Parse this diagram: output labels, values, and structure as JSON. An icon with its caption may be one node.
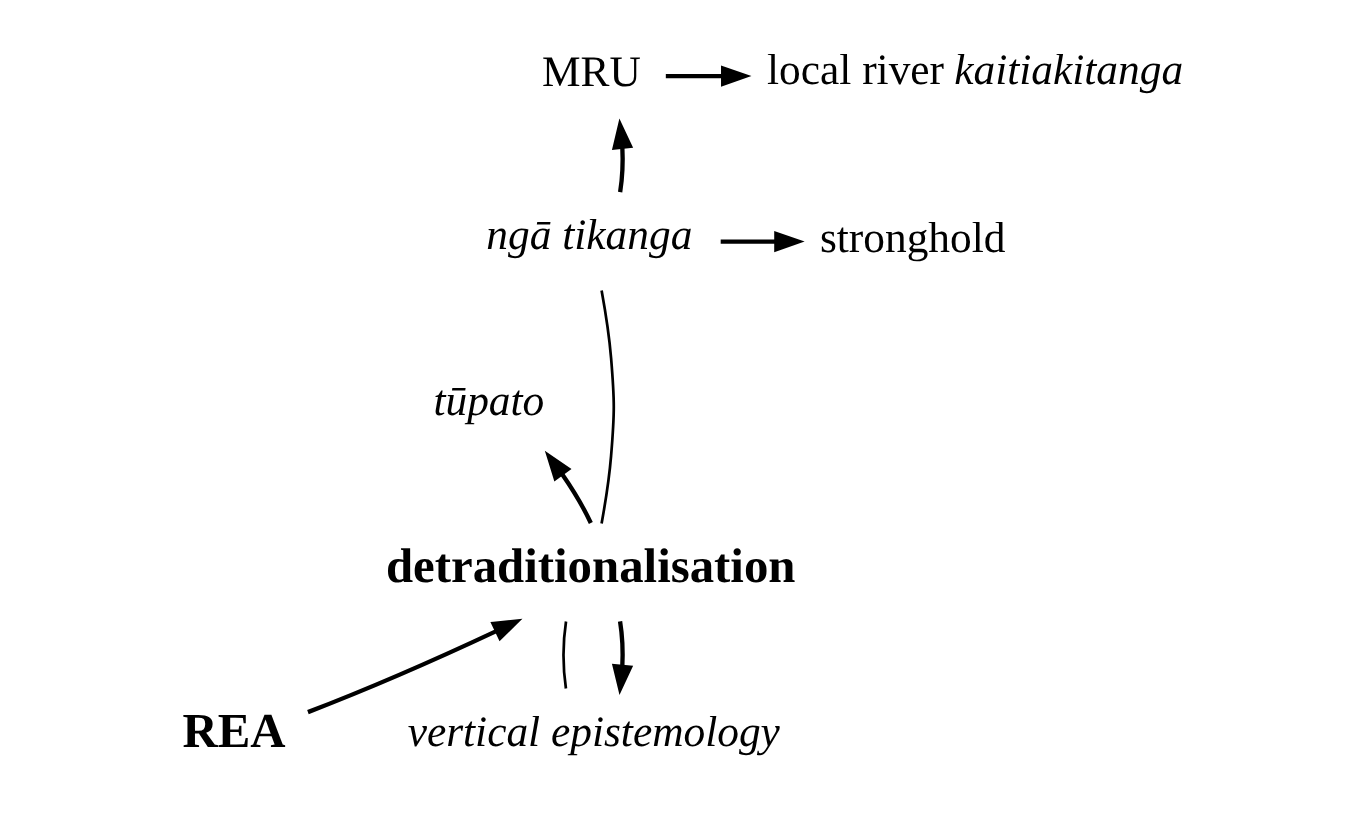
{
  "diagram": {
    "nodes": [
      {
        "text": [
          "MRU"
        ]
      },
      {
        "text": [
          "local river *kaitiakitanga*"
        ]
      },
      {
        "text": [
          "*ngā tikanga*"
        ]
      },
      {
        "text": [
          "stronghold"
        ]
      },
      {
        "text": [
          "*tūpato*"
        ]
      },
      {
        "text": [
          "**detraditionalisation**"
        ]
      },
      {
        "text": [
          "**REA**"
        ]
      },
      {
        "text": [
          "*vertical epistemology*"
        ]
      }
    ],
    "edges": [
      {
        "from": 0,
        "to": 1,
        "arrow": "to"
      },
      {
        "from": 2,
        "to": 3,
        "arrow": "to"
      },
      {
        "from": 2,
        "to": 0,
        "arrow": "to"
      },
      {
        "from": 2,
        "to": 5,
        "arrow": "none"
      },
      {
        "from": 5,
        "to": 4,
        "arrow": "to"
      },
      {
        "from": 5,
        "to": 7,
        "arrow": "none"
      },
      {
        "from": 5,
        "to": 7,
        "arrow": "to"
      },
      {
        "from": 6,
        "to": 5,
        "arrow": "to"
      }
    ]
  }
}
